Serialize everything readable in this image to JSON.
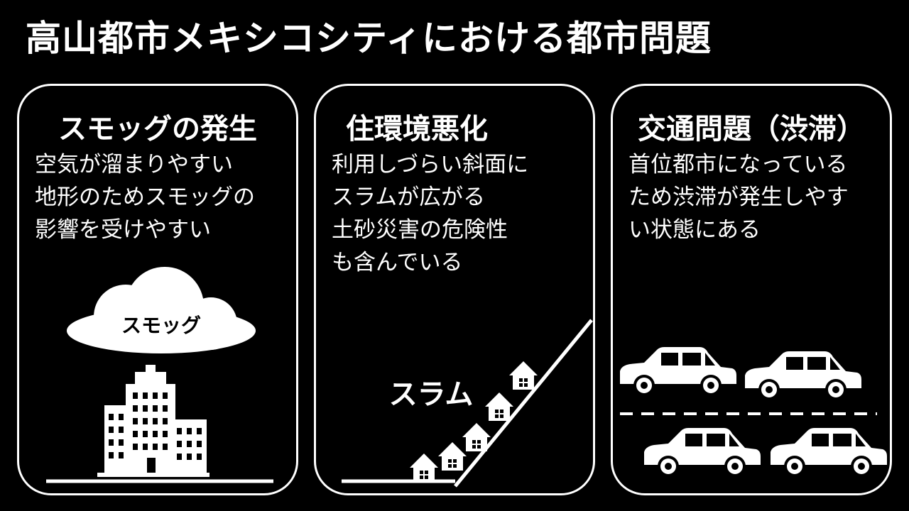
{
  "title": "高山都市メキシコシティにおける都市問題",
  "panels": [
    {
      "heading": "スモッグの発生",
      "lines": [
        "空気が溜まりやすい",
        "地形のためスモッグの",
        "影響を受けやすい"
      ],
      "illustration_label": "スモッグ",
      "icons": [
        "cloud-icon",
        "building-icon"
      ]
    },
    {
      "heading": "住環境悪化",
      "lines": [
        "利用しづらい斜面に",
        "スラムが広がる",
        "土砂災害の危険性",
        "も含んでいる"
      ],
      "illustration_label": "スラム",
      "icons": [
        "house-icon",
        "slope-icon"
      ]
    },
    {
      "heading": "交通問題（渋滞）",
      "lines": [
        "首位都市になっている",
        "ため渋滞が発生しやす",
        "い状態にある"
      ],
      "icons": [
        "car-icon"
      ]
    }
  ]
}
